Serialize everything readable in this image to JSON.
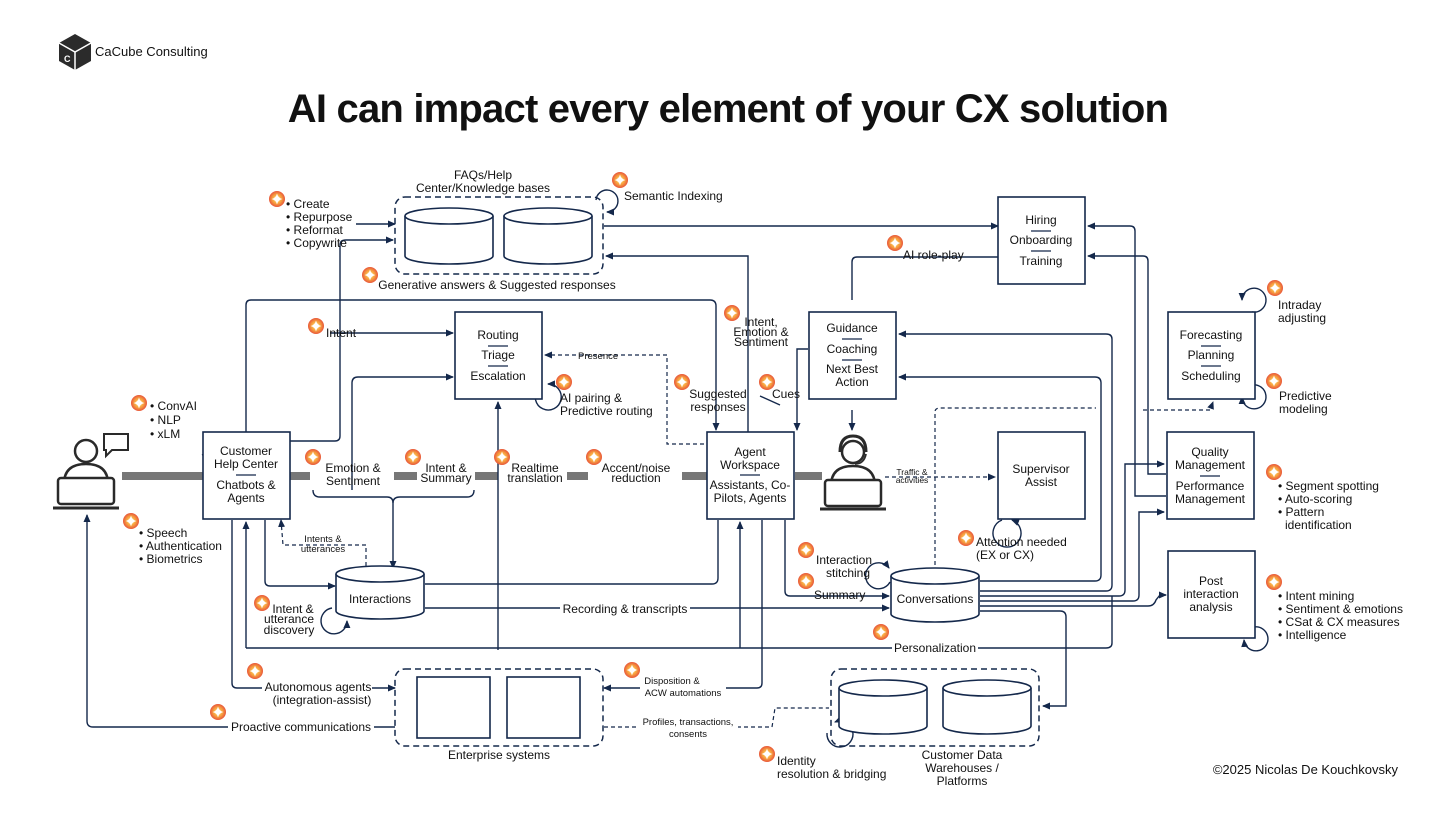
{
  "header": {
    "brand": "CaCube Consulting",
    "title": "AI can impact every element of your CX solution",
    "copyright": "©2025 Nicolas De Kouchkovsky"
  },
  "icons": {
    "logo": "cube-logo-icon",
    "ai": "ai-spark-icon",
    "customer": "customer-laptop-chat-icon",
    "agent": "agent-headset-laptop-icon"
  },
  "colors": {
    "line": "#14284b",
    "bar": "#777777",
    "spark_outer": "#f07b3f",
    "spark_inner": "#ffd24a"
  },
  "boxes": {
    "help_center": {
      "l1": "Customer",
      "l2": "Help Center",
      "l3": "Chatbots &",
      "l4": "Agents"
    },
    "routing": {
      "l1": "Routing",
      "l2": "Triage",
      "l3": "Escalation"
    },
    "agent_ws": {
      "l1": "Agent",
      "l2": "Workspace",
      "l3": "Assistants, Co-",
      "l4": "Pilots, Agents"
    },
    "guidance": {
      "l1": "Guidance",
      "l2": "Coaching",
      "l3": "Next Best",
      "l4": "Action"
    },
    "hiring": {
      "l1": "Hiring",
      "l2": "Onboarding",
      "l3": "Training"
    },
    "supervisor": {
      "l1": "Supervisor",
      "l2": "Assist"
    },
    "forecasting": {
      "l1": "Forecasting",
      "l2": "Planning",
      "l3": "Scheduling"
    },
    "quality": {
      "l1": "Quality",
      "l2": "Management",
      "l3": "Performance",
      "l4": "Management"
    },
    "post": {
      "l1": "Post",
      "l2": "interaction",
      "l3": "analysis"
    }
  },
  "stores": {
    "faq": {
      "l1": "FAQs/Help",
      "l2": "Center/Knowledge bases"
    },
    "interactions": "Interactions",
    "conversations": "Conversations",
    "enterprise": "Enterprise systems",
    "cdw": {
      "l1": "Customer Data",
      "l2": "Warehouses /",
      "l3": "Platforms"
    }
  },
  "labels": {
    "create_list": [
      "Create",
      "Repurpose",
      "Reformat",
      "Copywrite"
    ],
    "semantic": "Semantic Indexing",
    "gen_answers": "Generative answers & Suggested responses",
    "intent": "Intent",
    "presence": "Presence",
    "ai_pairing": {
      "l1": "AI pairing &",
      "l2": "Predictive routing"
    },
    "intent_emotion": {
      "l1": "Intent,",
      "l2": "Emotion &",
      "l3": "Sentiment"
    },
    "suggested": {
      "l1": "Suggested",
      "l2": "responses"
    },
    "cues": "Cues",
    "roleplay": "AI role-play",
    "intraday": {
      "l1": "Intraday",
      "l2": "adjusting"
    },
    "predictive_modeling": {
      "l1": "Predictive",
      "l2": "modeling"
    },
    "conv_list": [
      "ConvAI",
      "NLP",
      "xLM"
    ],
    "emotion": {
      "l1": "Emotion &",
      "l2": "Sentiment"
    },
    "intent_summary": {
      "l1": "Intent &",
      "l2": "Summary"
    },
    "realtime": {
      "l1": "Realtime",
      "l2": "translation"
    },
    "accent": {
      "l1": "Accent/noise",
      "l2": "reduction"
    },
    "traffic": {
      "l1": "Traffic &",
      "l2": "activities"
    },
    "quality_list": [
      "Segment spotting",
      "Auto-scoring",
      "Pattern",
      "identification"
    ],
    "speech_list": [
      "Speech",
      "Authentication",
      "Biometrics"
    ],
    "intents_utt": {
      "l1": "Intents &",
      "l2": "utterances"
    },
    "attention": {
      "l1": "Attention needed",
      "l2": "(EX or CX)"
    },
    "stitching": {
      "l1": "Interaction",
      "l2": "stitching"
    },
    "summary": "Summary",
    "utt_discovery": {
      "l1": "Intent &",
      "l2": "utterance",
      "l3": "discovery"
    },
    "recording": "Recording & transcripts",
    "post_list": [
      "Intent mining",
      "Sentiment & emotions",
      "CSat & CX measures",
      "Intelligence"
    ],
    "personalization": "Personalization",
    "autonomous": {
      "l1": "Autonomous agents",
      "l2": "(integration-assist)"
    },
    "disposition": {
      "l1": "Disposition &",
      "l2": "ACW automations"
    },
    "proactive": "Proactive communications",
    "profiles": {
      "l1": "Profiles, transactions,",
      "l2": "consents"
    },
    "identity": {
      "l1": "Identity",
      "l2": "resolution & bridging"
    }
  }
}
